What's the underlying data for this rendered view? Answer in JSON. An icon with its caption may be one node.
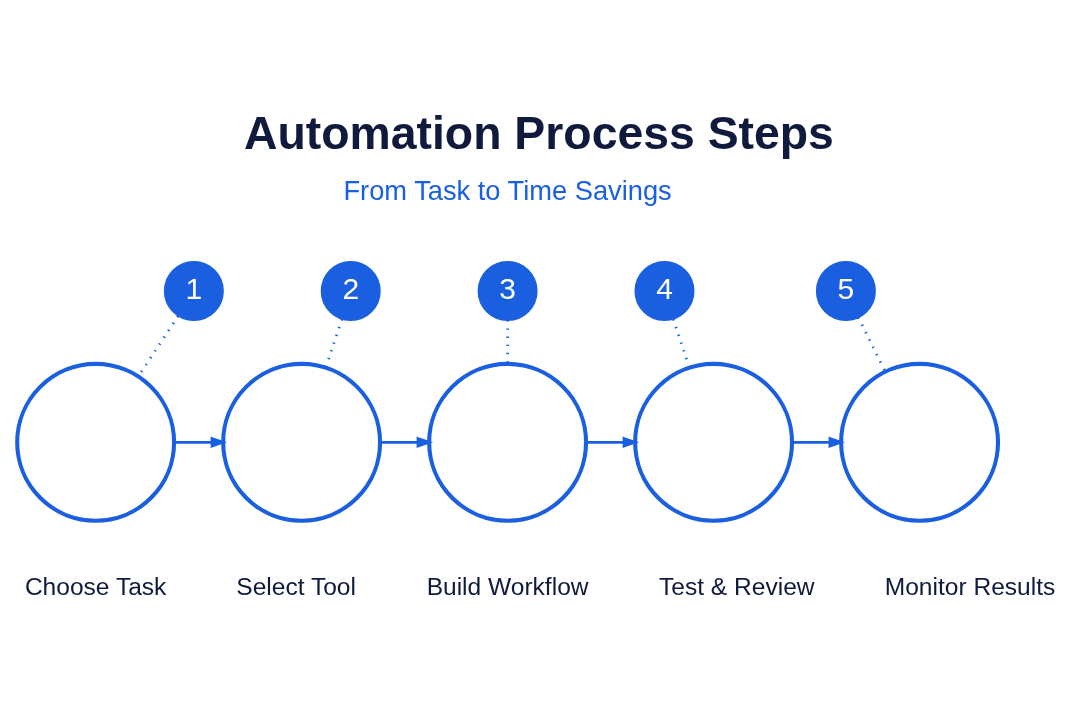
{
  "diagram": {
    "title": "Automation Process Steps",
    "nodes": [
      {
        "text": [
          "1"
        ]
      },
      {
        "text": [
          "2"
        ]
      },
      {
        "text": [
          "3"
        ]
      },
      {
        "text": [
          "4"
        ]
      },
      {
        "text": [
          "5"
        ]
      },
      {
        "text": [],
        "shape": "circle",
        "beside": [
          "Choose Task"
        ]
      },
      {
        "text": [],
        "shape": "circle",
        "beside": [
          "Select Tool"
        ]
      },
      {
        "text": [],
        "shape": "circle",
        "beside": [
          "Build Workflow"
        ]
      },
      {
        "text": [],
        "shape": "circle",
        "beside": [
          "Test & Review"
        ]
      },
      {
        "text": [],
        "shape": "circle",
        "beside": [
          "Monitor Results"
        ]
      }
    ],
    "edges": [
      {
        "from": 0,
        "to": 5,
        "arrow": "none",
        "style": "dashed"
      },
      {
        "from": 1,
        "to": 6,
        "arrow": "none",
        "style": "dashed"
      },
      {
        "from": 2,
        "to": 7,
        "arrow": "none",
        "style": "dashed"
      },
      {
        "from": 3,
        "to": 8,
        "arrow": "none",
        "style": "dashed"
      },
      {
        "from": 4,
        "to": 9,
        "arrow": "none",
        "style": "dashed"
      },
      {
        "from": 5,
        "to": 6,
        "arrow": "to"
      },
      {
        "from": 6,
        "to": 7,
        "arrow": "to"
      },
      {
        "from": 7,
        "to": 8,
        "arrow": "to"
      },
      {
        "from": 8,
        "to": 9,
        "arrow": "to"
      }
    ],
    "labels": [
      "From Task to Time Savings"
    ]
  }
}
